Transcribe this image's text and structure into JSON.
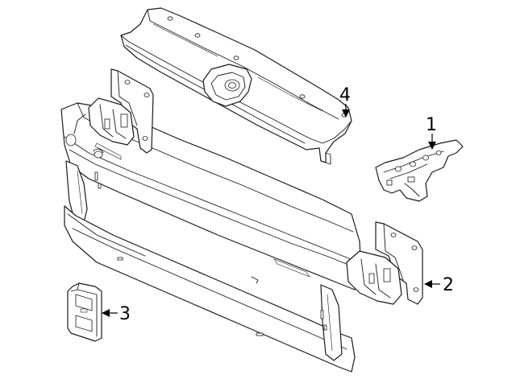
{
  "colors": {
    "line": "#1a1a1a",
    "background": "#ffffff"
  },
  "callouts": [
    {
      "number": "1"
    },
    {
      "number": "2"
    },
    {
      "number": "3"
    },
    {
      "number": "4"
    }
  ]
}
